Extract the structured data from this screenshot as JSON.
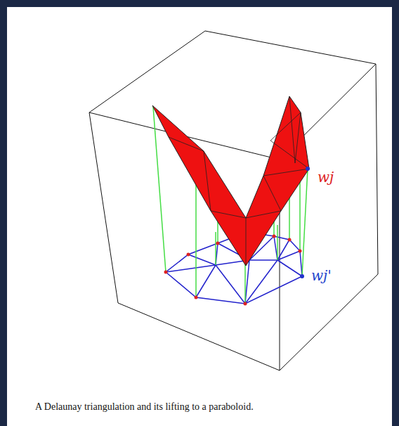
{
  "diagram": {
    "caption": "A Delaunay triangulation and its lifting to a paraboloid.",
    "labels": [
      "wj",
      "wj'"
    ]
  }
}
